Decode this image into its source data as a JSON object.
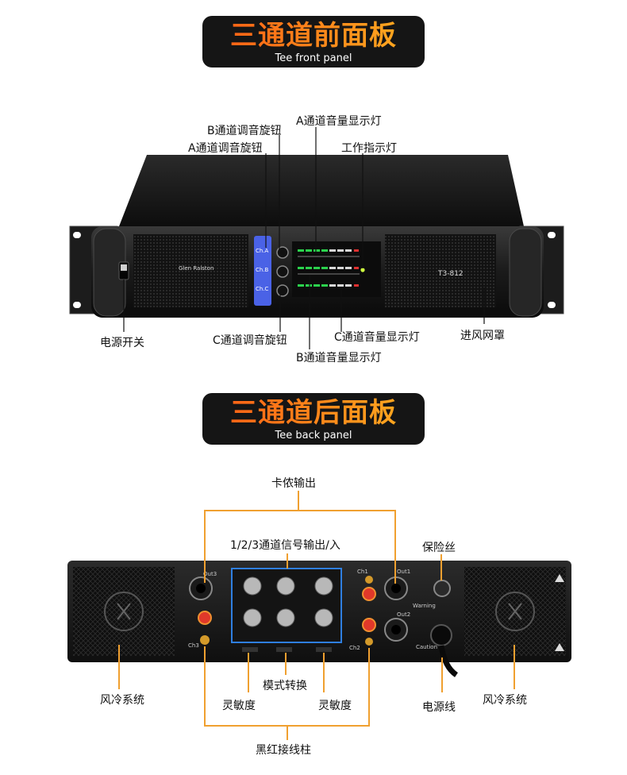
{
  "front": {
    "banner_cn": "三通道前面板",
    "banner_en": "Tee front panel",
    "brand": "Glen Ralston",
    "model": "T3-812",
    "ch_a": "Ch.A",
    "ch_b": "Ch.B",
    "ch_c": "Ch.C",
    "labels": {
      "b_knob": "B通道调音旋钮",
      "a_knob": "A通道调音旋钮",
      "a_meter": "A通道音量显示灯",
      "work_led": "工作指示灯",
      "power_switch": "电源开关",
      "c_knob": "C通道调音旋钮",
      "c_meter": "C通道音量显示灯",
      "b_meter": "B通道音量显示灯",
      "vent": "进风网罩"
    }
  },
  "back": {
    "banner_cn": "三通道后面板",
    "banner_en": "Tee back panel",
    "labels": {
      "speakon": "卡侬输出",
      "signal_io": "1/2/3通道信号输出/入",
      "fuse": "保险丝",
      "fan_left": "风冷系统",
      "sens_left": "灵敏度",
      "mode": "模式转换",
      "sens_right": "灵敏度",
      "power_cord": "电源线",
      "fan_right": "风冷系统",
      "binding_posts": "黑红接线柱"
    },
    "panel_text": {
      "out3": "Out3",
      "out1": "Out1",
      "out2": "Out2",
      "ch1": "Ch1",
      "ch2": "Ch2",
      "ch3": "Ch3",
      "warning": "Warning",
      "caution": "Caution"
    }
  },
  "colors": {
    "callout": "#f0a030",
    "input_box": "#2f7fe0",
    "channel_panel": "#4a62e6",
    "banner_bg": "#151515"
  }
}
